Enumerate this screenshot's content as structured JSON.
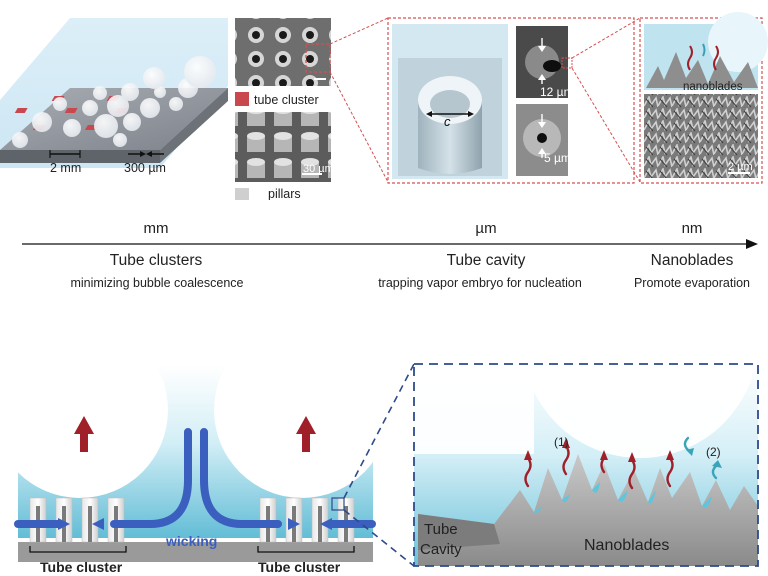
{
  "top": {
    "substrate": {
      "dim_2mm": "2 mm",
      "dim_300um": "300 µm"
    },
    "sem": {
      "legend_tube_cluster": "tube cluster",
      "legend_pillars": "pillars",
      "scale_30um": "30 µm"
    },
    "cavity": {
      "symbol": "c",
      "label_12um": "12 µm",
      "label_5um": "5 µm"
    },
    "nano": {
      "label": "nanoblades",
      "scale_2um": "2 µm"
    }
  },
  "scale_axis": {
    "columns": [
      {
        "unit": "mm",
        "title": "Tube clusters",
        "desc": "minimizing bubble coalescence"
      },
      {
        "unit": "µm",
        "title": "Tube cavity",
        "desc": "trapping vapor embryo for nucleation"
      },
      {
        "unit": "nm",
        "title": "Nanoblades",
        "desc": "Promote evaporation"
      }
    ]
  },
  "bottom": {
    "left": {
      "wicking": "wicking",
      "cluster_left": "Tube cluster",
      "cluster_right": "Tube cluster"
    },
    "right": {
      "marker_1": "(1)",
      "marker_2": "(2)",
      "tube_cavity_1": "Tube",
      "tube_cavity_2": "Cavity",
      "nanoblades": "Nanoblades"
    }
  },
  "colors": {
    "accent_red": "#a0202a",
    "wicking_blue": "#3a5fbf",
    "water_blue": "#8fd0e3",
    "dash_blue": "#2e4a8a"
  }
}
